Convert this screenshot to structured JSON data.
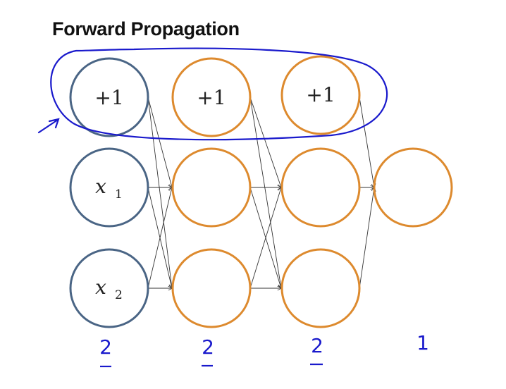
{
  "title": "Forward Propagation",
  "colors": {
    "input_node": "#4a6585",
    "hidden_node": "#dd8a2e",
    "edge": "#333333",
    "annotation": "#1a1acc"
  },
  "nodes": {
    "input_bias": "+1",
    "input_x1": {
      "base": "x",
      "sub": "1"
    },
    "input_x2": {
      "base": "x",
      "sub": "2"
    },
    "hidden1_bias": "+1",
    "hidden2_bias": "+1"
  },
  "annotations": {
    "layer_counts": [
      "2",
      "2",
      "2",
      "1"
    ]
  }
}
